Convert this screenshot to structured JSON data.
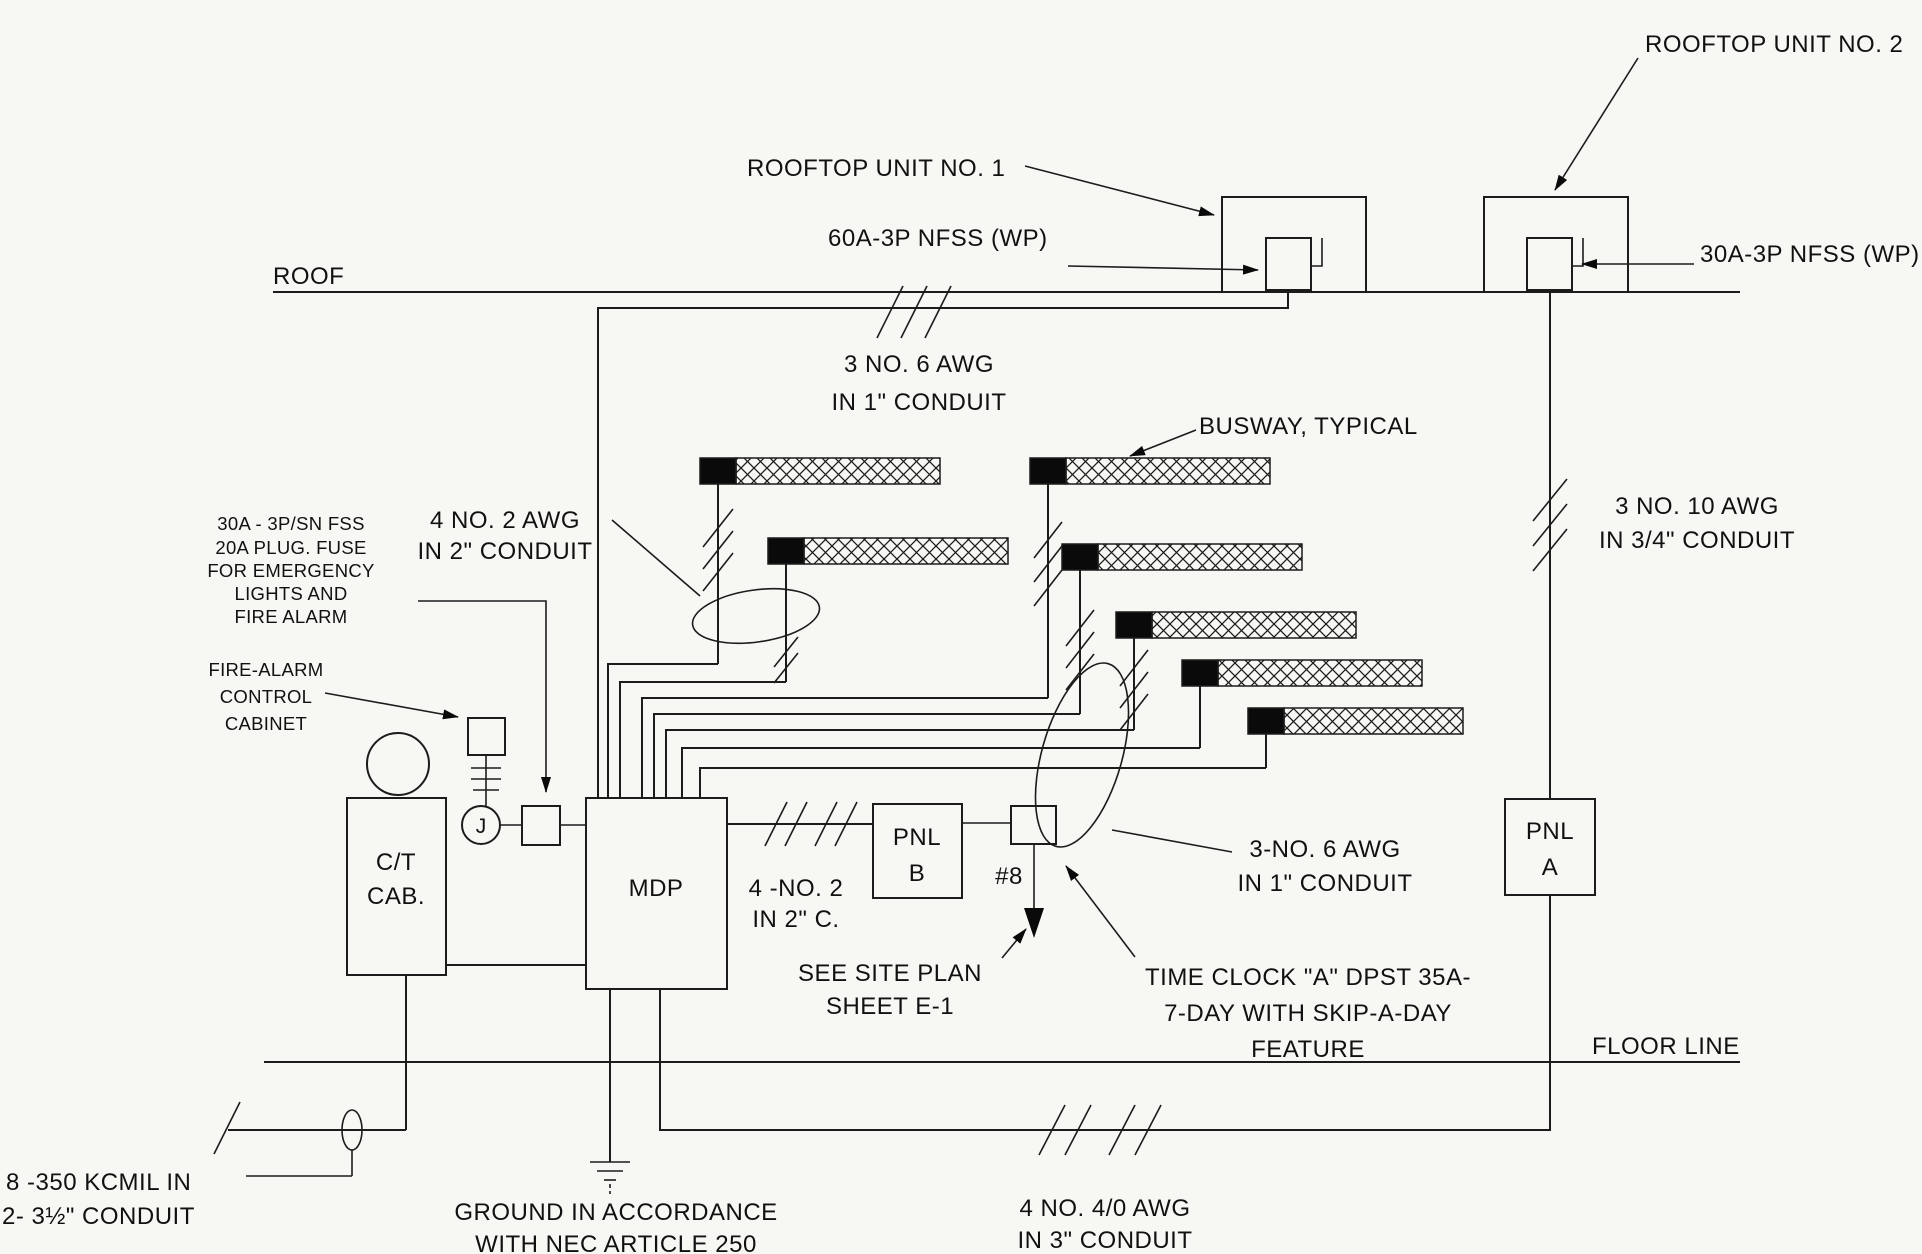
{
  "drawing": {
    "title_domain": "electrical one-line riser diagram",
    "roof": {
      "label": "ROOF"
    },
    "floor": {
      "label": "FLOOR LINE"
    },
    "rtu1": {
      "name": "ROOFTOP UNIT NO. 1",
      "switch": "60A-3P NFSS (WP)"
    },
    "rtu2": {
      "name": "ROOFTOP UNIT NO. 2",
      "switch": "30A-3P NFSS (WP)"
    },
    "busway_note": "BUSWAY, TYPICAL",
    "feeders": {
      "rtu1": [
        "3 NO. 6 AWG",
        "IN 1\" CONDUIT"
      ],
      "rtu2": [
        "3 NO. 10 AWG",
        "IN 3/4\" CONDUIT"
      ],
      "busway_riser": [
        "4 NO. 2 AWG",
        "IN 2\" CONDUIT"
      ],
      "busway_branch": [
        "3-NO. 6 AWG",
        "IN 1\" CONDUIT"
      ],
      "pnl_b": [
        "4 -NO. 2",
        "IN 2\" C."
      ],
      "pnl_a": [
        "4 NO. 4/0 AWG",
        "IN 3\" CONDUIT"
      ],
      "service": [
        "8 -350 KCMIL IN",
        "2- 3½\" CONDUIT"
      ]
    },
    "fss_note": [
      "30A - 3P/SN FSS",
      "20A PLUG. FUSE",
      "FOR EMERGENCY",
      "LIGHTS AND",
      "FIRE ALARM"
    ],
    "facp_note": [
      "FIRE-ALARM",
      "CONTROL",
      "CABINET"
    ],
    "equipment": {
      "ct_cab": [
        "C/T",
        "CAB."
      ],
      "mdp": "MDP",
      "pnl_b": [
        "PNL",
        "B"
      ],
      "pnl_a": [
        "PNL",
        "A"
      ],
      "junction": "J",
      "circuit8": "#8"
    },
    "notes": {
      "site_plan": [
        "SEE SITE PLAN",
        "SHEET E-1"
      ],
      "timeclock": [
        "TIME CLOCK \"A\" DPST 35A-",
        "7-DAY WITH SKIP-A-DAY",
        "FEATURE"
      ],
      "ground": [
        "GROUND IN ACCORDANCE",
        "WITH NEC ARTICLE 250"
      ]
    }
  }
}
